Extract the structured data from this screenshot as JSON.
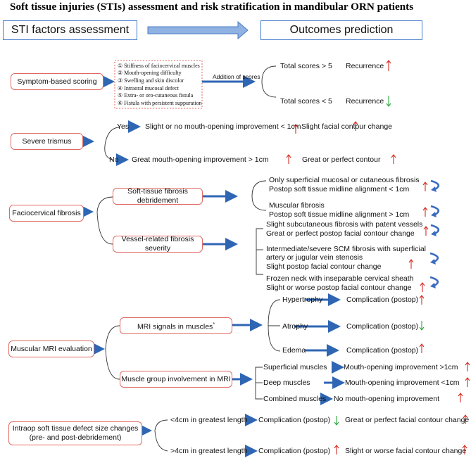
{
  "title": "Soft tissue injuries (STIs) assessment and risk stratification in mandibular ORN patients",
  "header": {
    "left": "STI factors assessment",
    "right": "Outcomes prediction"
  },
  "symptom": {
    "box": "Symptom-based scoring",
    "items": [
      "①  Stiffness of faciocervical muscles",
      "②  Mouth-opening difficulty",
      "③  Swelling and skin discolor",
      "④  Intraoral mucosal defect",
      "⑤  Extra- or oro-cutaneous fistula",
      "⑥  Fistula with persistent suppuration"
    ],
    "addition": "Addition of scores",
    "out_high": "Total scores > 5",
    "out_low": "Total scores < 5",
    "recurrence": "Recurrence"
  },
  "trismus": {
    "box": "Severe trismus",
    "yes": "Yes",
    "no": "No",
    "yes_out1": "Slight or no mouth-opening improvement < 1cm",
    "yes_out2": "Slight facial contour change",
    "no_out1": "Great mouth-opening improvement > 1cm",
    "no_out2": "Great or perfect contour"
  },
  "fibrosis": {
    "box": "Faciocervical fibrosis",
    "sub1": "Soft-tissue fibrosis debridement",
    "sub2": "Vessel-related fibrosis severity",
    "o1a": "Only superficial mucosal or cutaneous fibrosis",
    "o1b": "Postop soft tissue midline alignment < 1cm",
    "o2a": "Muscular fibrosis",
    "o2b": "Postop soft tissue midline alignment > 1cm",
    "o3a": "Slight subcutaneous fibrosis with patent vessels",
    "o3b": "Great or perfect postop facial contour change",
    "o4a": "Intermediate/severe SCM fibrosis with superficial",
    "o4b": "artery or jugular vein stenosis",
    "o4c": "Slight postop facial contour change",
    "o5a": "Frozen neck with inseparable cervical sheath",
    "o5b": "Slight or worse postop facial contour change"
  },
  "mri": {
    "box": "Muscular MRI evaluation",
    "sub1": "MRI signals in muscles",
    "sub1_sup": "*",
    "sub2": "Muscle group involvement in MRI",
    "hyper": "Hypertrophy",
    "atrophy": "Atrophy",
    "edema": "Edema",
    "complication": "Complication (postop)",
    "superficial": "Superficial muscles",
    "deep": "Deep muscles",
    "combined": "Combined muscles",
    "sup_out": "Mouth-opening improvement >1cm",
    "deep_out": "Mouth-opening improvement <1cm",
    "comb_out": "No mouth-opening improvement"
  },
  "defect": {
    "box_line1": "Intraop soft tissue defect size changes",
    "box_line2": "(pre- and post-debridement)",
    "lt": "<4cm in greatest length",
    "gt": ">4cm in greatest length",
    "complication": "Complication (postop)",
    "lt_out": "Great or perfect facial contour change",
    "gt_out": "Slight or worse facial contour change"
  },
  "colors": {
    "box_border": "#e06a63",
    "header_border": "#3f78c8",
    "arrow_blue": "#2f66b3",
    "up_arrow": "#d62b22",
    "down_arrow": "#2aa63a",
    "curl_arrow": "#3a6cc0"
  }
}
